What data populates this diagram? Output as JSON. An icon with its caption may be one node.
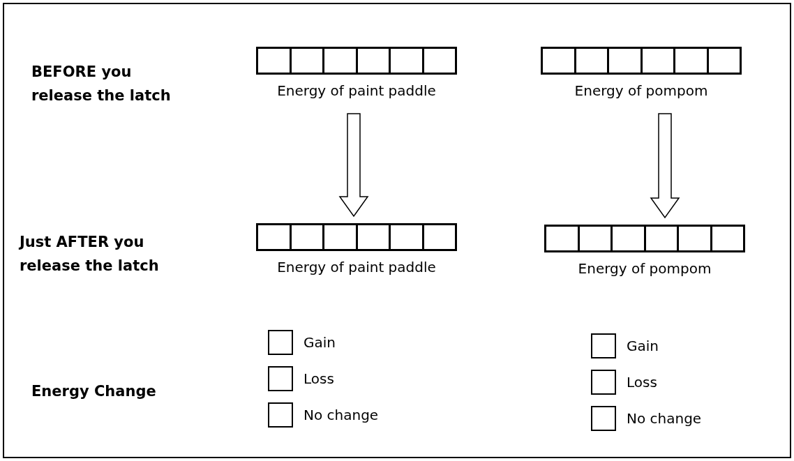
{
  "diagram": {
    "nodes": [
      {
        "text": [],
        "shape": "bar",
        "beside": [
          "Energy of paint paddle"
        ]
      },
      {
        "text": [],
        "shape": "bar",
        "beside": [
          "Energy of pompom"
        ]
      },
      {
        "text": [],
        "shape": "bar",
        "beside": [
          "Energy of paint paddle"
        ]
      },
      {
        "text": [],
        "shape": "bar",
        "beside": [
          "Energy of pompom"
        ]
      }
    ],
    "edges": [
      {
        "from": 0,
        "to": 2,
        "arrow": "to"
      },
      {
        "from": 1,
        "to": 3,
        "arrow": "to"
      }
    ],
    "labels": [
      "BEFORE you release the latch",
      "Just AFTER you release the latch",
      "Energy Change",
      "Gain",
      "Gain",
      "Loss",
      "Loss",
      "No change",
      "No change"
    ]
  }
}
